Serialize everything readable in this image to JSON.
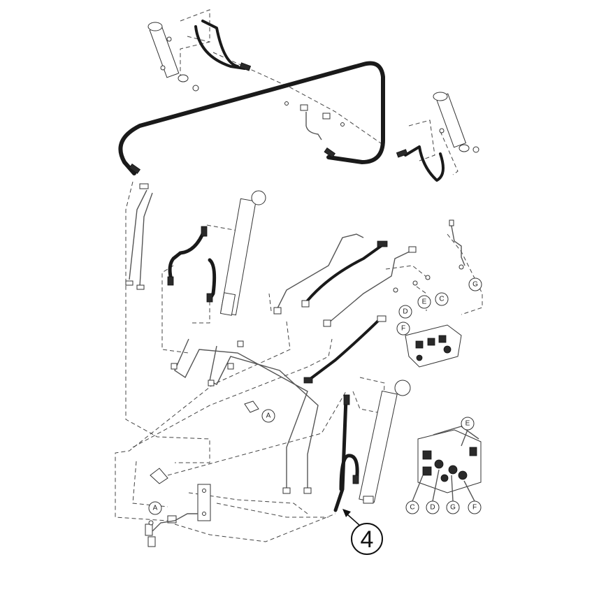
{
  "callouts": {
    "a_upper": "A",
    "a_lower": "A",
    "g_upper": "G",
    "e_upper": "E",
    "c_upper": "C",
    "d_upper": "D",
    "f_upper": "F",
    "e_valve": "E",
    "c_valve": "C",
    "d_valve": "D",
    "g_valve": "G",
    "f_valve": "F"
  },
  "reference_number": "4"
}
